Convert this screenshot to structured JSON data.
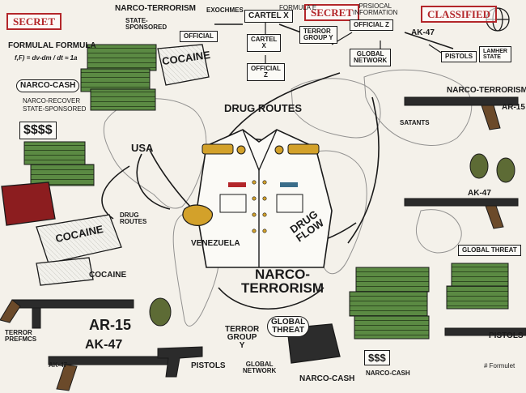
{
  "header": {
    "stamp_left": "SECRET",
    "stamp_mid": "SECRET",
    "stamp_right": "CLASSIFIED",
    "narco_terrorism_top": "NARCO-TERRORISM",
    "state_sponsored_top": "STATE-\nSPONSORED",
    "formulal_formula": "FORMULAL FORMULA",
    "exochmes": "EXOCHMES",
    "formula_e": "FORMULA E",
    "prsiocal_information": "PRSIOCAL\nINFORMATION"
  },
  "flowchart": {
    "cartel_x_top": "CARTEL X",
    "official": "OFFICIAL",
    "cartel_x_mid": "CARTEL\nX",
    "official_z_left": "OFFICIAL\nZ",
    "terror_group_y": "TERROR\nGROUP Y",
    "official_z_right": "OFFICIAL Z",
    "global_network_top": "GLOBAL\nNETWORK",
    "ak47_top": "AK-47",
    "pistols_top": "PISTOLS",
    "lamher_state": "LAMHER\nSTATE"
  },
  "left_panel": {
    "formula_text": "f,F) = dv-dm / dt   ≈ 1a",
    "narco_cash": "NARCO-CASH",
    "narco_recover": "NARCO-RECOVER",
    "state_sponsored": "STATE-SPONSORED",
    "dollars": "$$$$",
    "cocaine_box_1": "COCAINE",
    "cocaine_box_2": "COCAINE",
    "cocaine_label": "COCAINE",
    "ar15_label": "AR-15",
    "ak47_label": "AK-47",
    "ak47_small": "AK-47",
    "terror_prefmcs": "TERROR\nPREFMCS"
  },
  "center": {
    "drug_routes_top": "DRUG ROUTES",
    "usa": "USA",
    "drug_routes_left": "DRUG\nROUTES",
    "venezuela": "VENEZUELA",
    "drug_flow": "DRUG\nFLOW",
    "narco_terrorism": "NARCO-\nTERRORISM",
    "satants": "SATANTS",
    "terror_group_y": "TERROR\nGROUP\nY",
    "global_threat": "GLOBAL\nTHREAT",
    "pistols": "PISTOLS",
    "global_network": "GLOBAL\nNETWORK",
    "narco_cash": "NARCO-CASH",
    "cocaine_top_box": "COCAINE"
  },
  "right_panel": {
    "narco_terrorism": "NARCO-TERRORISM",
    "ar15": "AR-15",
    "ak47": "AK-47",
    "global_threat": "GLOBAL THREAT",
    "pistols": "PISTOLS",
    "narco_cash": "NARCO-CASH",
    "dollars": "$$$",
    "formula_note": "# Formulet"
  },
  "colors": {
    "ink": "#1a1a1a",
    "paper": "#f4f1ea",
    "stamp_red": "#b3262a",
    "cash_green": "#4e7a3a",
    "gold": "#d3a12a",
    "map_line": "#6d6d6d"
  },
  "icons": [
    "globe-icon",
    "grenade-icon",
    "rifle-icon",
    "pistol-icon",
    "cash-stack-icon",
    "cocaine-brick-icon",
    "military-jacket-icon"
  ]
}
